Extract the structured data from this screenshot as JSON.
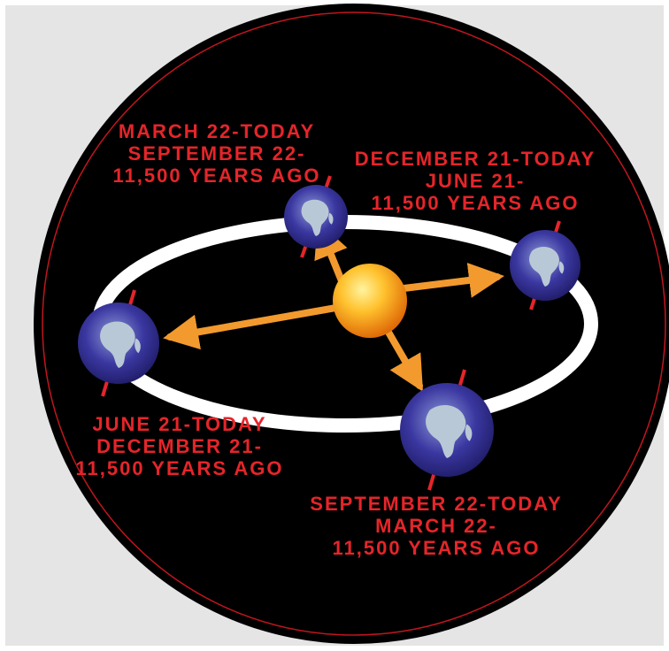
{
  "colors": {
    "page_background": "#ffffff",
    "panel_background": "#e5e5e5",
    "disc_background": "#000000",
    "disc_outline": "#c0161d",
    "orbit": "#ffffff",
    "label_text": "#e5252a",
    "axis_tick": "#e5252a",
    "sun_core": "#ffcc33",
    "sun_edge": "#e07a0a",
    "arrow": "#f29a2e",
    "earth_ocean": "#2e2a8c",
    "earth_land": "#b9c8d6"
  },
  "diagram": {
    "sun": {
      "icon": "sun-icon"
    },
    "earths": [
      {
        "icon": "earth-globe-icon",
        "position": "top"
      },
      {
        "icon": "earth-globe-icon",
        "position": "right"
      },
      {
        "icon": "earth-globe-icon",
        "position": "left"
      },
      {
        "icon": "earth-globe-icon",
        "position": "bottom"
      }
    ],
    "labels": {
      "march": [
        "MARCH 22-TODAY",
        "SEPTEMBER 22-",
        "11,500 YEARS AGO"
      ],
      "december": [
        "DECEMBER 21-TODAY",
        "JUNE 21-",
        "11,500 YEARS AGO"
      ],
      "june": [
        "JUNE 21-TODAY",
        "DECEMBER 21-",
        "11,500 YEARS AGO"
      ],
      "september": [
        "SEPTEMBER 22-TODAY",
        "MARCH 22-",
        "11,500 YEARS AGO"
      ]
    }
  }
}
